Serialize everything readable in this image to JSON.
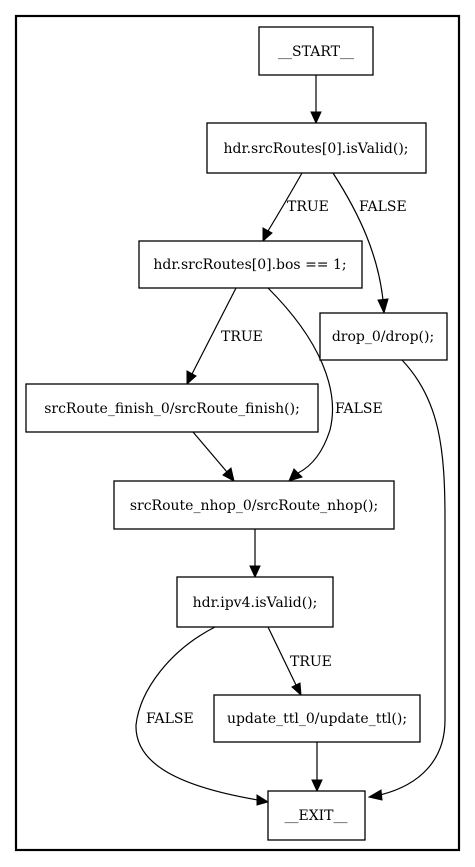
{
  "nodes": {
    "start": "__START__",
    "src_valid": "hdr.srcRoutes[0].isValid();",
    "src_bos": "hdr.srcRoutes[0].bos == 1;",
    "drop": "drop_0/drop();",
    "finish": "srcRoute_finish_0/srcRoute_finish();",
    "nhop": "srcRoute_nhop_0/srcRoute_nhop();",
    "ipv4_valid": "hdr.ipv4.isValid();",
    "update_ttl": "update_ttl_0/update_ttl();",
    "exit": "__EXIT__"
  },
  "edge_labels": {
    "valid_true": "TRUE",
    "valid_false": "FALSE",
    "bos_true": "TRUE",
    "bos_false": "FALSE",
    "ipv4_true": "TRUE",
    "ipv4_false": "FALSE"
  }
}
